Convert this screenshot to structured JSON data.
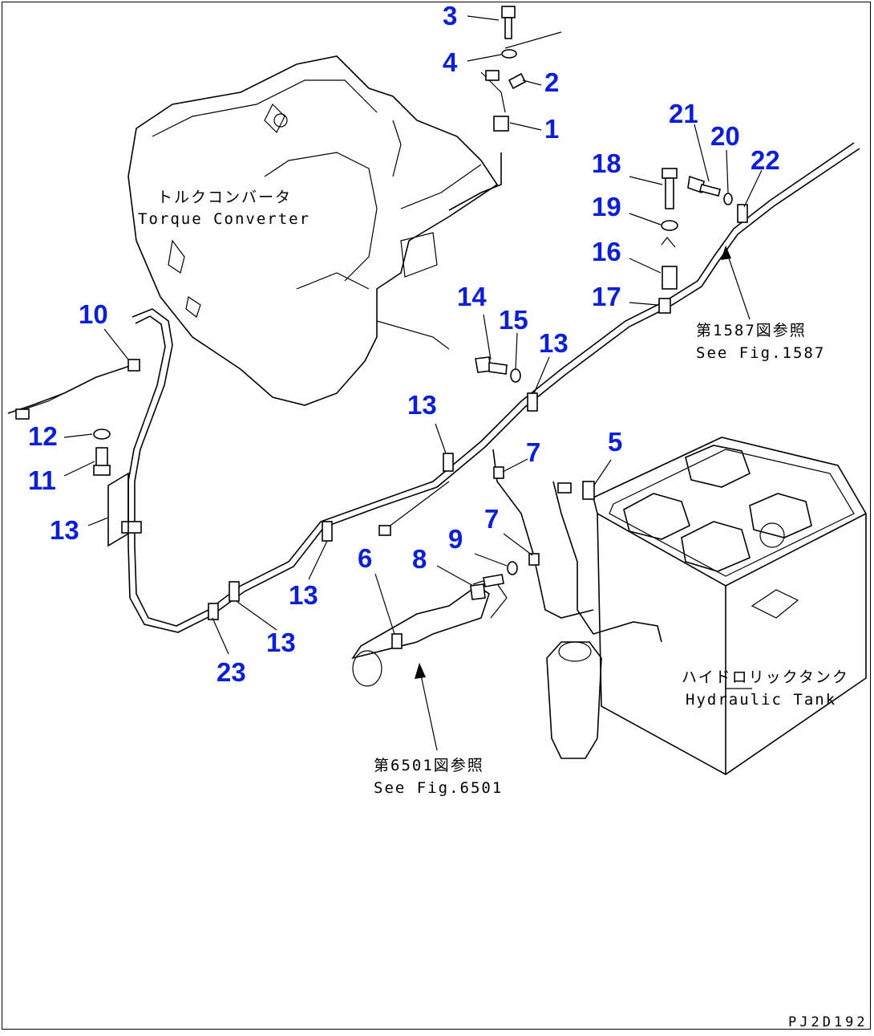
{
  "callouts": [
    {
      "id": "c3",
      "label": "3"
    },
    {
      "id": "c4",
      "label": "4"
    },
    {
      "id": "c2",
      "label": "2"
    },
    {
      "id": "c1",
      "label": "1"
    },
    {
      "id": "c21",
      "label": "21"
    },
    {
      "id": "c20",
      "label": "20"
    },
    {
      "id": "c22",
      "label": "22"
    },
    {
      "id": "c18",
      "label": "18"
    },
    {
      "id": "c19",
      "label": "19"
    },
    {
      "id": "c16",
      "label": "16"
    },
    {
      "id": "c17",
      "label": "17"
    },
    {
      "id": "c14",
      "label": "14"
    },
    {
      "id": "c15",
      "label": "15"
    },
    {
      "id": "c13a",
      "label": "13"
    },
    {
      "id": "c10",
      "label": "10"
    },
    {
      "id": "c12",
      "label": "12"
    },
    {
      "id": "c11",
      "label": "11"
    },
    {
      "id": "c13b",
      "label": "13"
    },
    {
      "id": "c13c",
      "label": "13"
    },
    {
      "id": "c7a",
      "label": "7"
    },
    {
      "id": "c5",
      "label": "5"
    },
    {
      "id": "c7b",
      "label": "7"
    },
    {
      "id": "c9",
      "label": "9"
    },
    {
      "id": "c6",
      "label": "6"
    },
    {
      "id": "c8",
      "label": "8"
    },
    {
      "id": "c13d",
      "label": "13"
    },
    {
      "id": "c13e",
      "label": "13"
    },
    {
      "id": "c23",
      "label": "23"
    }
  ],
  "notes": {
    "torque_jp": "トルクコンバータ",
    "torque_en": "Torque Converter",
    "fig1587_jp": "第1587図参照",
    "fig1587_en": "See Fig.1587",
    "tank_jp": "ハイドロリックタンク",
    "tank_en": "Hydraulic Tank",
    "fig6501_jp": "第6501図参照",
    "fig6501_en": "See Fig.6501"
  },
  "drawing_code": "PJ2D192"
}
